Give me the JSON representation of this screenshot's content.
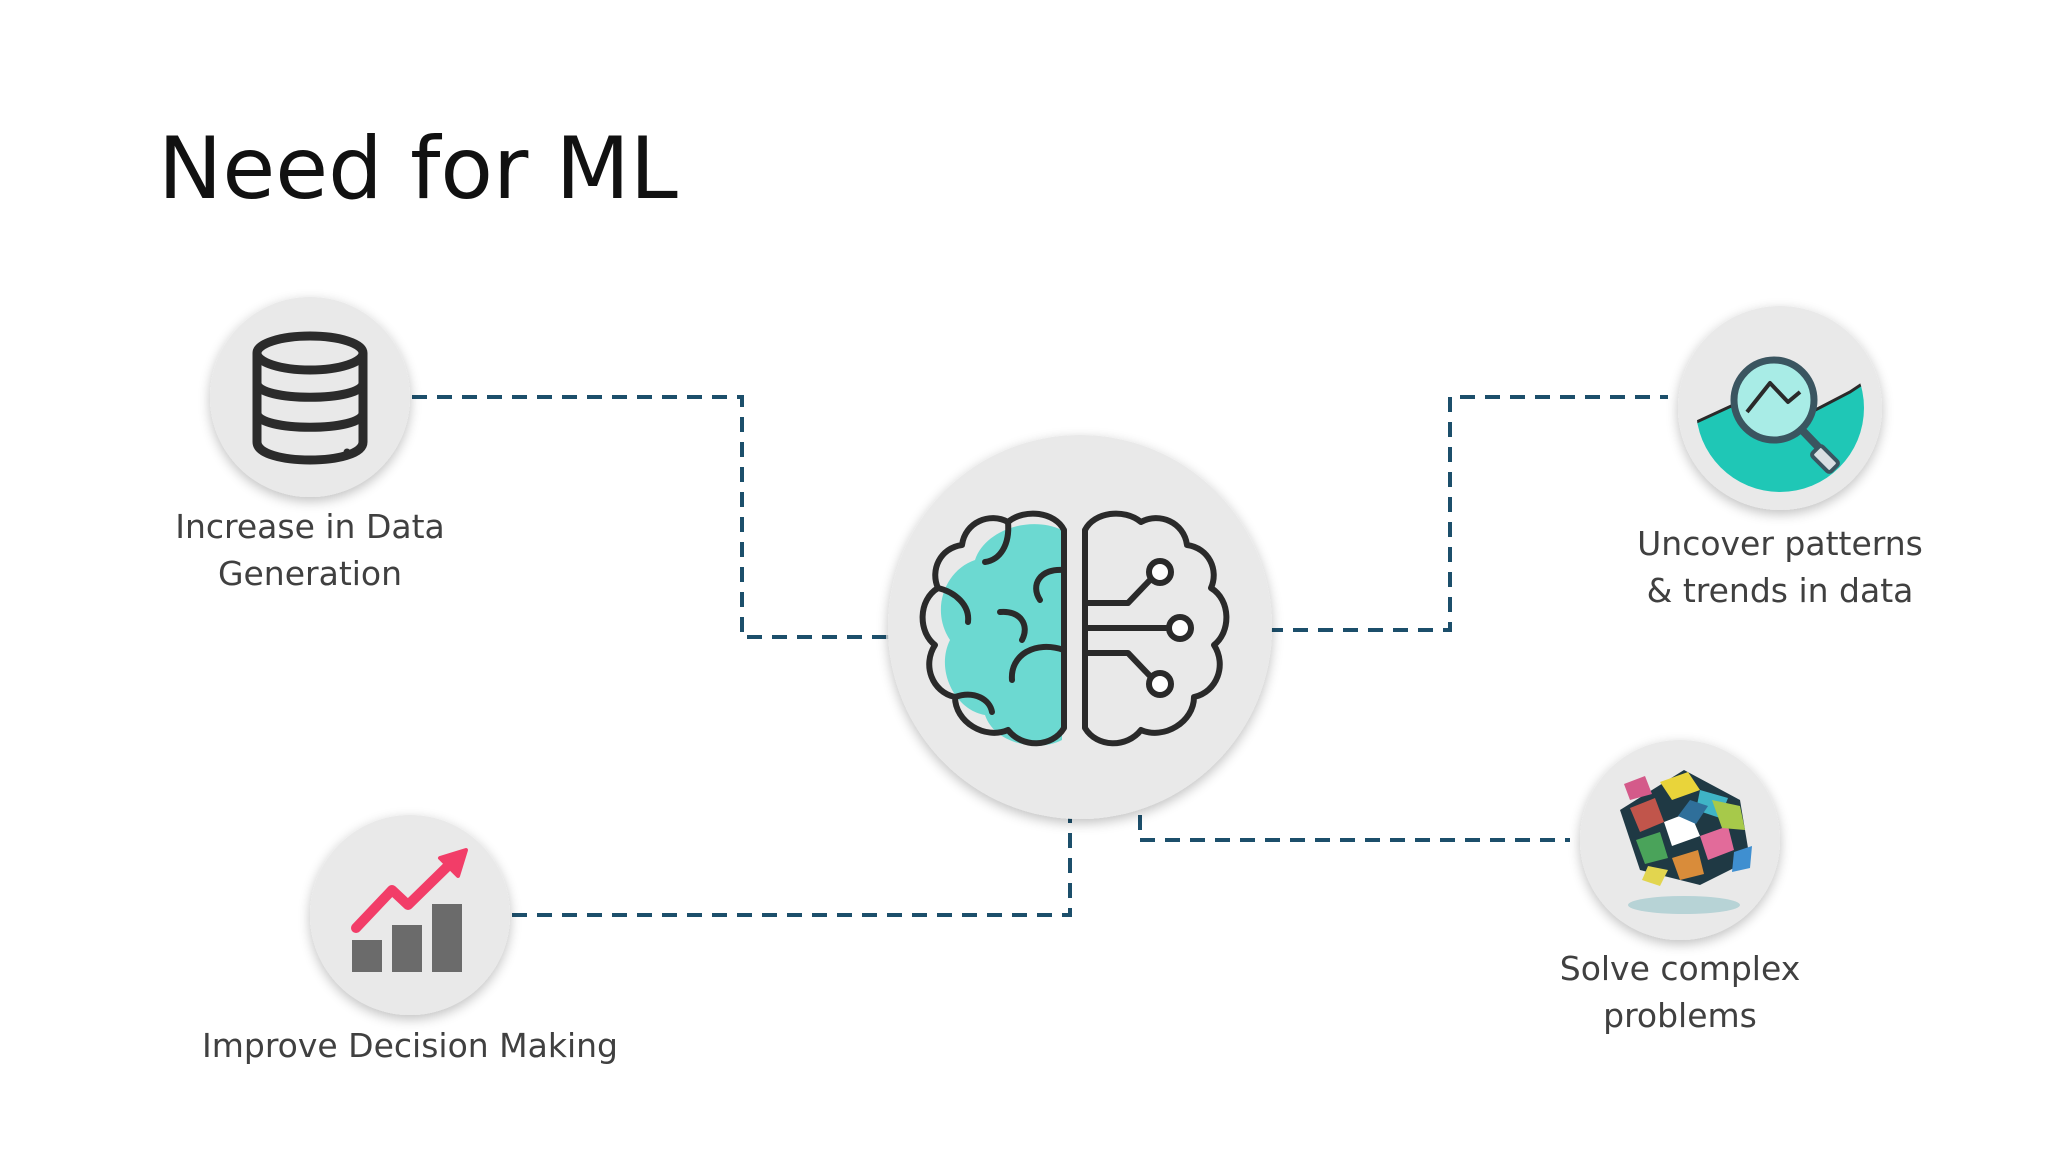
{
  "slide": {
    "title": "Need for ML"
  },
  "nodes": {
    "center": {
      "icon": "brain-circuit-icon"
    },
    "data_generation": {
      "icon": "database-icon",
      "label_lines": [
        "Increase in Data",
        "Generation"
      ]
    },
    "patterns": {
      "icon": "magnifier-chart-icon",
      "label_lines": [
        "Uncover patterns",
        "& trends in data"
      ]
    },
    "decision_making": {
      "icon": "growth-chart-icon",
      "label_lines": [
        "Improve Decision Making"
      ]
    },
    "complex_problems": {
      "icon": "puzzle-cube-icon",
      "label_lines": [
        "Solve complex",
        "problems"
      ]
    }
  },
  "colors": {
    "connector": "#1c4f6b",
    "connector_near": "#c4d0d6",
    "circle_fill": "#e9e9e9",
    "teal": "#56d6cc",
    "trend_red": "#f23d68",
    "bar_gray": "#6b6b6b",
    "label_text": "#404040"
  }
}
